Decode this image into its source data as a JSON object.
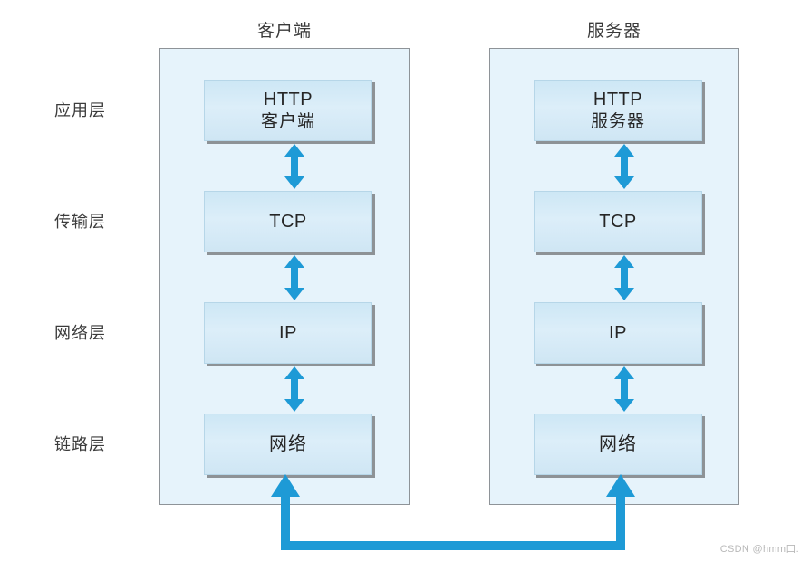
{
  "diagram": {
    "title_client": "客户端",
    "title_server": "服务器",
    "layer_labels": [
      {
        "name": "application",
        "label": "应用层"
      },
      {
        "name": "transport",
        "label": "传输层"
      },
      {
        "name": "network",
        "label": "网络层"
      },
      {
        "name": "link",
        "label": "链路层"
      }
    ],
    "client_boxes": [
      {
        "name": "http-client",
        "line1": "HTTP",
        "line2": "客户端"
      },
      {
        "name": "tcp",
        "line1": "TCP",
        "line2": ""
      },
      {
        "name": "ip",
        "line1": "IP",
        "line2": ""
      },
      {
        "name": "network",
        "line1": "网络",
        "line2": ""
      }
    ],
    "server_boxes": [
      {
        "name": "http-server",
        "line1": "HTTP",
        "line2": "服务器"
      },
      {
        "name": "tcp",
        "line1": "TCP",
        "line2": ""
      },
      {
        "name": "ip",
        "line1": "IP",
        "line2": ""
      },
      {
        "name": "network",
        "line1": "网络",
        "line2": ""
      }
    ],
    "colors": {
      "arrow_blue": "#1e9ad6",
      "panel_fill": "#e6f3fb",
      "panel_border": "#8e9398",
      "box_fill_top": "#cde7f5",
      "box_fill_bottom": "#cfe6f4",
      "box_shadow": "#8d9296",
      "text": "#262626"
    }
  },
  "watermark": {
    "text": "CSDN @hmm口."
  }
}
